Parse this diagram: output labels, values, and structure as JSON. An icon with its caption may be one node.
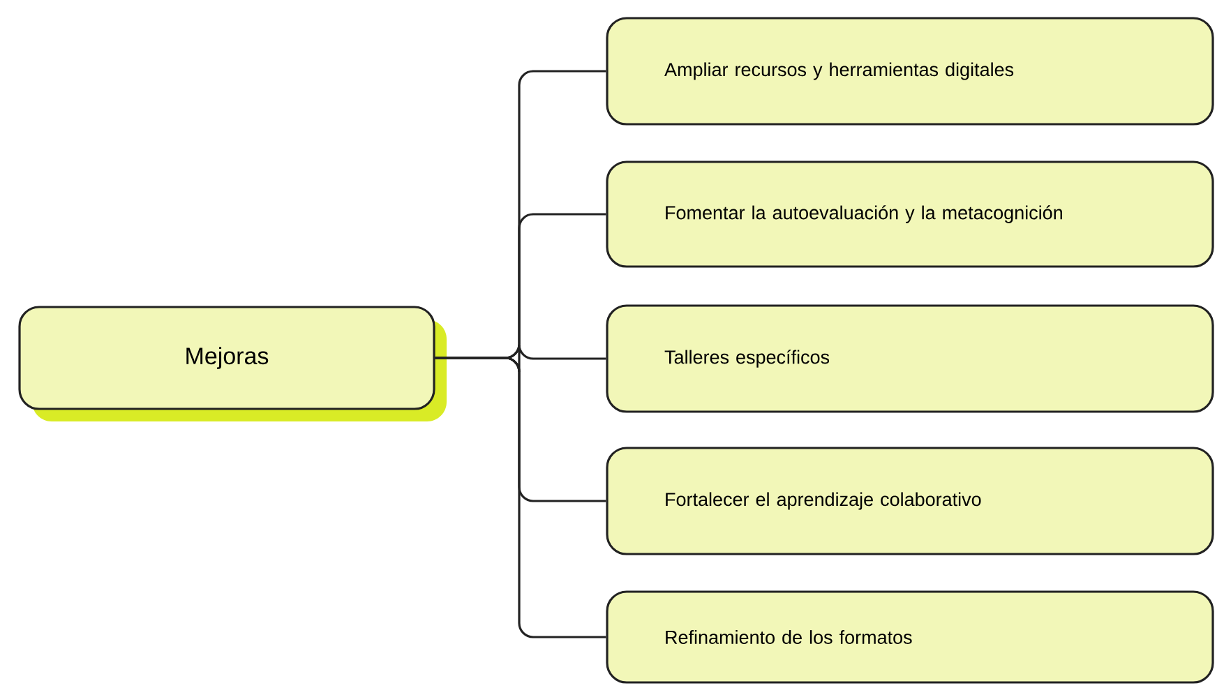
{
  "diagram": {
    "nodes": [
      {
        "text": [
          "Mejoras"
        ]
      },
      {
        "text": [
          "Ampliar recursos y herramientas digitales"
        ]
      },
      {
        "text": [
          "Fomentar la autoevaluación y la metacognición"
        ]
      },
      {
        "text": [
          "Talleres específicos"
        ]
      },
      {
        "text": [
          "Fortalecer el aprendizaje colaborativo"
        ]
      },
      {
        "text": [
          "Refinamiento de los formatos"
        ]
      }
    ],
    "edges": [
      {
        "from": 0,
        "to": 1,
        "arrow": "none"
      },
      {
        "from": 0,
        "to": 2,
        "arrow": "none"
      },
      {
        "from": 0,
        "to": 3,
        "arrow": "none"
      },
      {
        "from": 0,
        "to": 4,
        "arrow": "none"
      },
      {
        "from": 0,
        "to": 5,
        "arrow": "none"
      }
    ]
  }
}
